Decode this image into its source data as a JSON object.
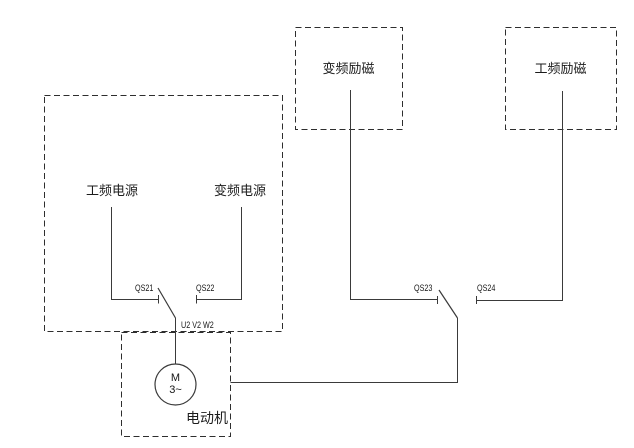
{
  "canvas": {
    "background": "#ffffff",
    "line_color": "#3a3a3a",
    "box_dash_color": "#2e2e2e",
    "text_color": "#1c1c1c"
  },
  "power_box": {
    "mains_power_label": "工频电源",
    "vfd_power_label": "变频电源",
    "switch_mains": "QS21",
    "switch_vfd": "QS22",
    "motor_terminals": "U2 V2 W2"
  },
  "excitation": {
    "vfd_box_label": "变频励磁",
    "mains_box_label": "工频励磁",
    "switch_vfd": "QS23",
    "switch_mains": "QS24"
  },
  "motor": {
    "box_label": "电动机",
    "symbol_letter": "M",
    "symbol_phases": "3~"
  }
}
